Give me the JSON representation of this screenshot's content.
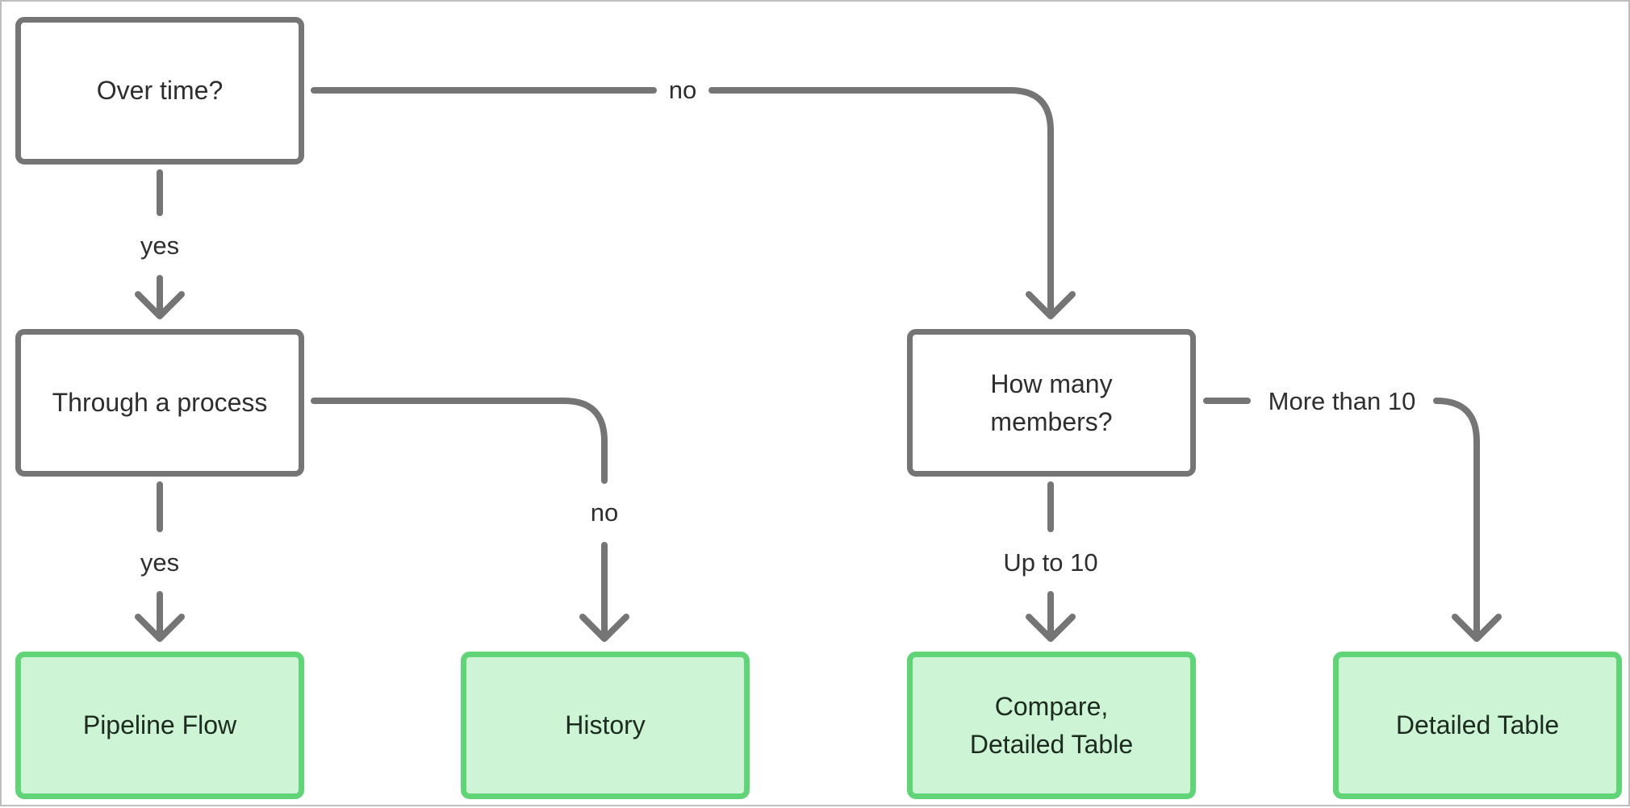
{
  "nodes": {
    "over_time": "Over time?",
    "through_process": "Through a process",
    "how_many": "How many members?",
    "pipeline_flow": "Pipeline Flow",
    "history": "History",
    "compare": "Compare, Detailed Table",
    "detailed_table": "Detailed Table"
  },
  "edge_labels": {
    "over_time_no": "no",
    "over_time_yes": "yes",
    "process_yes": "yes",
    "process_no": "no",
    "up_to_10": "Up to 10",
    "more_than_10": "More than 10"
  },
  "colors": {
    "line": "#757575",
    "result_fill": "#cdf4d4",
    "result_border": "#62d478"
  }
}
